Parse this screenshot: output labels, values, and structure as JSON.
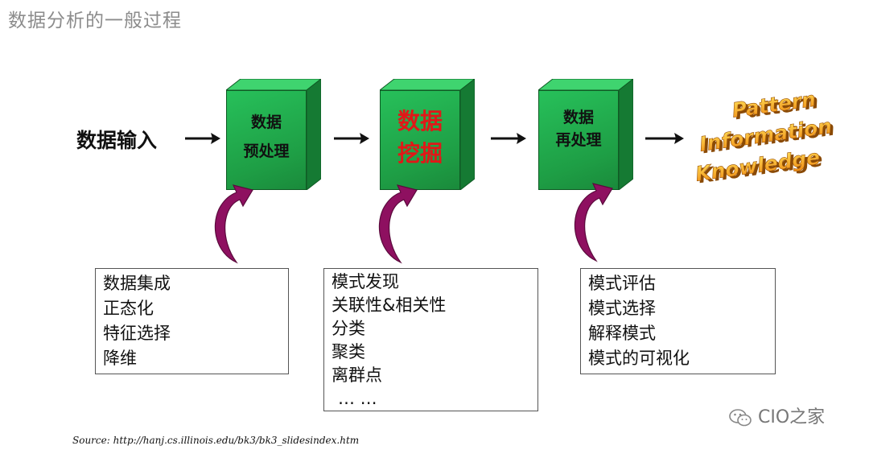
{
  "title": "数据分析的一般过程",
  "input_label": "数据输入",
  "steps": [
    {
      "line1": "数据",
      "line2": "预处理"
    },
    {
      "line1": "数据",
      "line2": "挖掘"
    },
    {
      "line1": "数据",
      "line2": "再处理"
    }
  ],
  "output_words": [
    "Pattern",
    "Information",
    "Knowledge"
  ],
  "boxes": [
    {
      "items": [
        "数据集成",
        "正态化",
        "特征选择",
        "降维"
      ]
    },
    {
      "items": [
        "模式发现",
        "关联性&相关性",
        "分类",
        "聚类",
        "离群点",
        "… …"
      ]
    },
    {
      "items": [
        "模式评估",
        "模式选择",
        "解释模式",
        "模式的可视化"
      ]
    }
  ],
  "source": "Source: http://hanj.cs.illinois.edu/bk3/bk3_slidesindex.htm",
  "watermark": "CIO之家",
  "colors": {
    "cube_green": "#1e9e45",
    "highlight_red": "#e01818",
    "curl_purple": "#8e1060",
    "output_orange": "#f29a1a"
  }
}
